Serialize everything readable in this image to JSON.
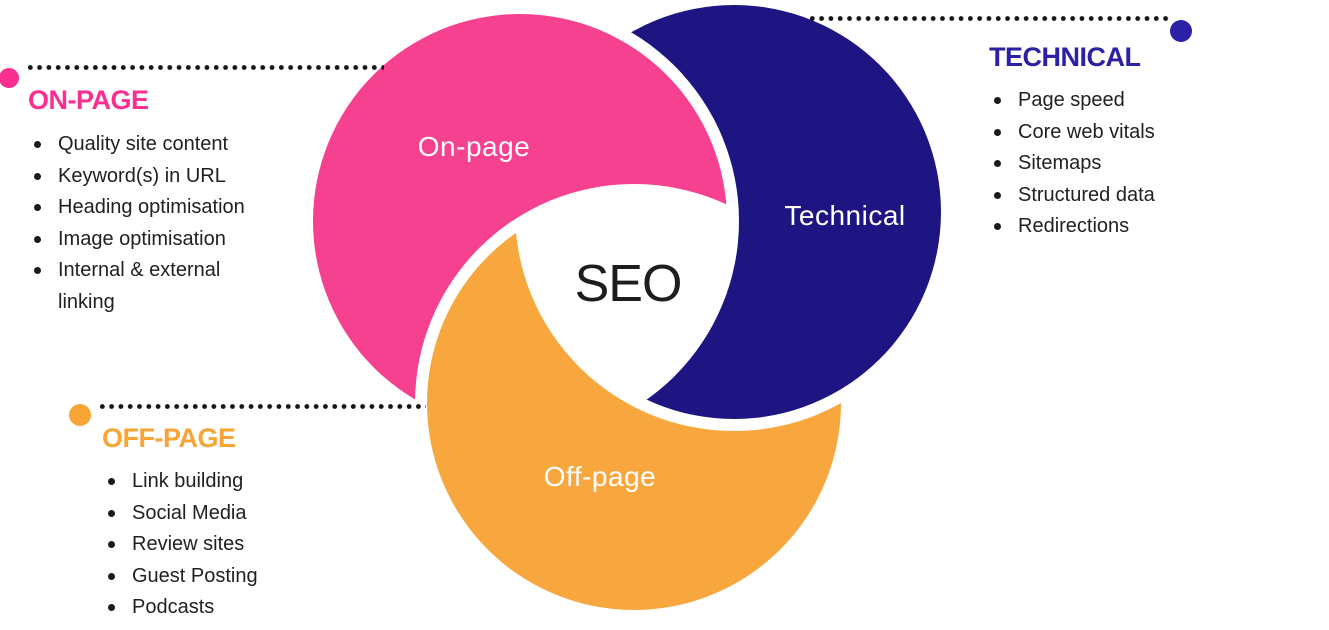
{
  "diagram": {
    "center_label": "SEO",
    "segments": [
      {
        "id": "on-page",
        "label": "On-page"
      },
      {
        "id": "technical",
        "label": "Technical"
      },
      {
        "id": "off-page",
        "label": "Off-page"
      }
    ]
  },
  "colors": {
    "pink": "#F5418F",
    "navy": "#1E1582",
    "orange": "#F7A73E",
    "heading_pink": "#FB2F90",
    "heading_navy": "#2A21A6",
    "heading_orange": "#F8A536",
    "body_text": "#212121",
    "leader_dots": "#161616"
  },
  "sections": {
    "on_page": {
      "heading": "ON-PAGE",
      "items": [
        "Quality site content",
        "Keyword(s) in URL",
        "Heading optimisation",
        "Image optimisation",
        "Internal & external linking"
      ]
    },
    "technical": {
      "heading": "TECHNICAL",
      "items": [
        "Page speed",
        "Core web vitals",
        "Sitemaps",
        "Structured data",
        "Redirections"
      ]
    },
    "off_page": {
      "heading": "OFF-PAGE",
      "items": [
        "Link building",
        "Social Media",
        "Review sites",
        "Guest Posting",
        "Podcasts"
      ]
    }
  }
}
